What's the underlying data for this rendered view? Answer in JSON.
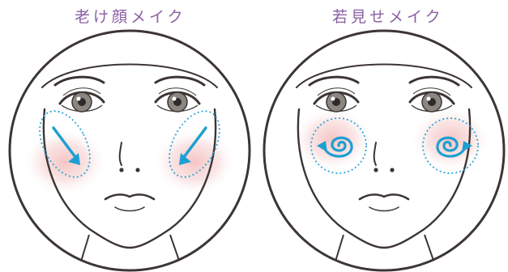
{
  "colors": {
    "title": "#8a5fa5",
    "line": "#3d3535",
    "blush": "#f5c6c6",
    "arrow": "#1e9fd2",
    "dotted": "#2aa6d8",
    "iris": "#8b8680",
    "pupil": "#2e2a2a"
  },
  "panels": [
    {
      "title": "老け顔メイク",
      "arrow_style": "straight-down-diagonal",
      "icons": [
        "arrow-down-right-icon",
        "arrow-down-left-icon"
      ]
    },
    {
      "title": "若見せメイク",
      "arrow_style": "spiral",
      "icons": [
        "spiral-left-icon",
        "spiral-right-icon"
      ]
    }
  ]
}
